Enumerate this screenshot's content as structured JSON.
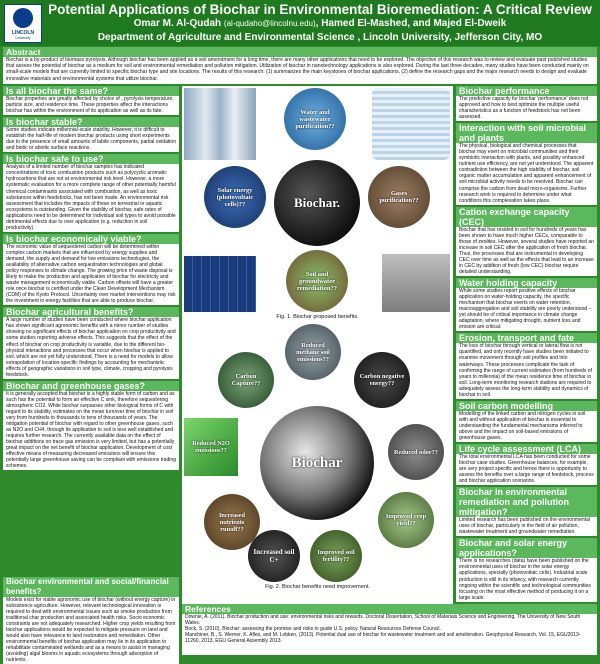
{
  "header": {
    "title": "Potential Applications of Biochar in Environmental Bioremediation: A Critical Review",
    "authors_pre": "Omar M. Al-Qudah",
    "email": "(al-qudaho@lincolnu.edu)",
    "authors_post": ", Hamed El-Mashed, and Majed El-Dweik",
    "department": "Department of Agriculture and Environmental Science , Lincoln University, Jefferson City, MO",
    "logo_name": "LINCOLN",
    "logo_sub": "University"
  },
  "abstract": {
    "heading": "Abstract",
    "text": "Biochar is a by-product of biomass pyrolysis. Although biochar has been applied as a soil amendment for a long time, there are many other applications that need to be explored. The objective of this research was to review and evaluate past published studies that assess the potential of biochar as a medium for soil and environmental remediation and pollution mitigation. Utilization of biochar in nanotechnology applications is also explored. During the last three decades, many studies have been conducted mainly on small-scale models that are currently limited to specific biochar type and site locations. The results of this research: (1) summarizes the main keystones of biochar applications, (2) define the research gaps and the major research needs to design and evaluate innovative materials and environmental systems that utilize biochar."
  },
  "left_sections": [
    {
      "heading": "Is all biochar the same?",
      "text": "Biochar properties are greatly affected by choice of , pyrolysis temperature, particle size, and residence time. These properties affect the interactions biochar has within the environment of its application as well as its fate."
    },
    {
      "heading": "Is biochar stable?",
      "text": "Some studies indicate millennial-scale stability. However, it is difficult to establish the half-life of modern biochar products using short experiments due to the presence of small amounts of labile components, partial oxidation and biotic or abiotic surface reactions."
    },
    {
      "heading": "Is biochar safe to use?",
      "text": "Analysis of a limited number of biochar samples has indicated concentrations of toxic combustion products such as polycyclic aromatic hydrocarbons that are not at environmental risk level. However, a more systematic evaluation for a more complete range of other potentially harmful chemical contaminants associated with combustion, as well as toxic substances within feedstocks, has not been made. An environmental risk assessment that includes the impacts of these on terrestrial or aquatic ecosystems is outstanding. Given the stability of biochar, safe rates of applications need to be determined for individual soil types to avoid possible detrimental effects due to over application (e.g. reduction in soil productivity)."
    },
    {
      "heading": "Is biochar economically viable?",
      "text": "The economic value of sequestered carbon will be determined within complex carbon markets that are influenced by energy supplies and demand, the supply and demand for low emissions technologies, the availability of alternative carbon sequestration technologies and global policy responses to climate change. The growing price of waste disposal is likely to make the production and application of biochar for electricity and waste management economically viable. Carbon offsets will have a greater role once biochar is certified under the Clean Development Mechanism (CDM) of the Kyoto Protocol. Uncertainty over market interventions may risk the investment in energy facilities that are able to produce biochar."
    },
    {
      "heading": "Biochar agricultural benefits?",
      "text": "A large number of studies have been conducted where biochar application has shown significant agronomic benefits with a minor number of studies showing no significant effects of biochar application on crop productivity and some studies reporting adverse effects. This suggests that the effect of the effect of biochar on crop productivity is variable, due to the different bio-physical interactions and processes that occur when biochar is applied to soil, which are not yet fully understood. There is a need for models to allow extrapolation of location-specific findings by accounting for mechanistic effects of geographic variations in soil type, climate, cropping and pyrolysis feedstock."
    },
    {
      "heading": "Biochar and greenhouse gases?",
      "text": "It is generally accepted that biochar is a highly stable form of carbon and as such has the potential to form an effective C sink, therefore sequestering atmospheric CO2. While biochar surpasses other biological forms of C with regard to its stability, estimates on the mean turnover time of biochar in soil vary from hundreds to thousands to tens of thousands of years. The mitigation potential of biochar with regard to other greenhouse gases, such as N2O and CH4, through its application to soil is less well established and requires further research. The currently available data on the effect of biochar additions on trace gas emission is very limited, but has a potentially great impact on the net benefit of biochar application. Development of cost effective means of measuring decreased emissions will ensure this potentially large greenhouse saving can be compliant with emissions trading schemes."
    }
  ],
  "bottom_section": {
    "heading": "Biochar environmental and social/financial benefits?",
    "text": "Models exist for viable agronomic use of biochar (without energy capture) in subsistence agriculture. However, relevant technological innovation is required to deal with environmental issues such as smoke production from traditional char production and associated health risks. Socio economic constraints are not adequately researched. Higher crop yields resulting from biochar applications would be expected to mitigate pressure on land and would also have relevance to land restoration and remediation. Other environmental benefits of biochar application may lie in its application to rehabilitate contaminated wetlands and as a means to assist in managing (avoiding) algal blooms in aquatic ecosystems through adsorption of nutrients."
  },
  "right_sections": [
    {
      "heading": "Biochar performance",
      "text": "The predictive capacity for biochar 'performance' does not approved and how to best optimize the multiple useful characteristics as a function of feedstock has not been assessed."
    },
    {
      "heading": "Interaction with soil microbial and plants",
      "text": "The physical, biological and chemical processes that biochar may exert on microbial communities and their symbiotic interaction with plants, and possibly enhanced nutrient use efficiency, are not yet understood. The apparent contradiction between the high stability of biochar, soil organic matter accumulation and apparent enhancement of soil microbial activity needs to be resolved. Biochar can comprise the carbon from dead micro-organisms. Further research work is required to determine under what conditions this complexation takes place."
    },
    {
      "heading": "Cation exchange capacity (CEC)",
      "text": "Biochar that has resided in soil for hundreds of years has been shown to have much higher CECs, comparable to those of zeolites. However, several studies have reported an increase in soil CEC after the application of fresh biochar. Thus, the processes that are instrumental in developing CEC over time as well as the effects that lead to an increase in CEC by addition of fresh (low CEC) biochar require detailed understanding."
    },
    {
      "heading": "Water holding capacity",
      "text": "While some studies report positive effects of biochar application on water-holding capacity, the specific mechanism that biochar exerts on water retention, macroaggregation and soil stability are poorly understood – yet should be of critical importance in climate change adaptation, where mitigating drought, nutrient loss and erosion are critical."
    },
    {
      "heading": "Erosion, transport and fate",
      "text": "The loss of biochar through vertical or lateral flow is not quantified, and only recently have studies been initiated to examine movement through soil profiles and into waterways. These processes complicate the task of confirming the range of current estimates (from hundreds of years to millennia) of the mean residence time of biochar in soil. Long-term monitoring research stations are required to adequately assess the long-term stability and dynamics of biochar in soil."
    },
    {
      "heading": "Soil carbon modelling",
      "text": "Modelling of the linked carbon and nitrogen cycles in soil with and without application of biochar is essential to understanding the fundamental mechanisms inferred to above and the impact on soil-based emissions of greenhouse gases."
    },
    {
      "heading": "Life cycle assessment (LCA)",
      "text": "The total environmental LCA has been conducted for some biochar case studies. Greenhouse balances, for example, are very project specific and hence there is opportunity to assess the benefits over a large range of feedstock, process and biochar application scenarios."
    },
    {
      "heading": "Biochar in environmental remediation and pollution mitigation?",
      "text": "Limited research has been published on the environmental uses of biochar, particularly in the field of air pollution, wastewater treatment and groundwater remediation."
    },
    {
      "heading": "Biochar and solar energy applications?",
      "text": "There is no researches (data) have been published on the environmental uses of biochar in the solar energy applications, specially (photovoltaic cells). Industrial scale production is still in its infancy, with research currently ongoing within the scientific and technological communities focusing on the most effective method of producing it on a large scale."
    }
  ],
  "figure1": {
    "center_label": "Biochar.",
    "nodes": {
      "water": "Water and wastewater purification??",
      "solar": "Solar energy (photovoltaic cells)??",
      "gases": "Gases purification??",
      "soil": "Soil and groundwater remediation??"
    },
    "caption": "Fig. 1. Biochar proposed benefits."
  },
  "figure2": {
    "center_label": "Biochar",
    "nodes": {
      "methane": "Reduced methane soil emissions??",
      "carbon_neg": "Carbon negative energy??",
      "carbon_capture": "Carbon Capture??",
      "n2o": "Reduced N2O emissions??",
      "odor": "Reduced odor??",
      "nutrients": "Increased nutrients runoff??",
      "crop": "Improved crop yield??",
      "soil_c": "Increased soil C+",
      "fertility": "Improved soil fertility??"
    },
    "caption": "Fig. 2. Biochar benefits need improvement."
  },
  "references": {
    "heading": "References",
    "items": [
      "Downie, A. (2011). Biochar production and use: environmental risks and rewards. Doctoral Dissertation, School of Materials Science and Engineering, The University of New South Wales.",
      "Bock, S. (2010). Biochar: assessing the promise and risks to guide U.S. policy. Natural Resources Defense Council.",
      "Manchiner, B., S. Werner, K. Afles, and M. Lobken, (2013). Potential dual use of biochar for wastewater treatment and soil amelioration. Geophysical Research, Vol. 15, EGU2013-11260, 2013, EGU General Assembly 2013."
    ]
  }
}
